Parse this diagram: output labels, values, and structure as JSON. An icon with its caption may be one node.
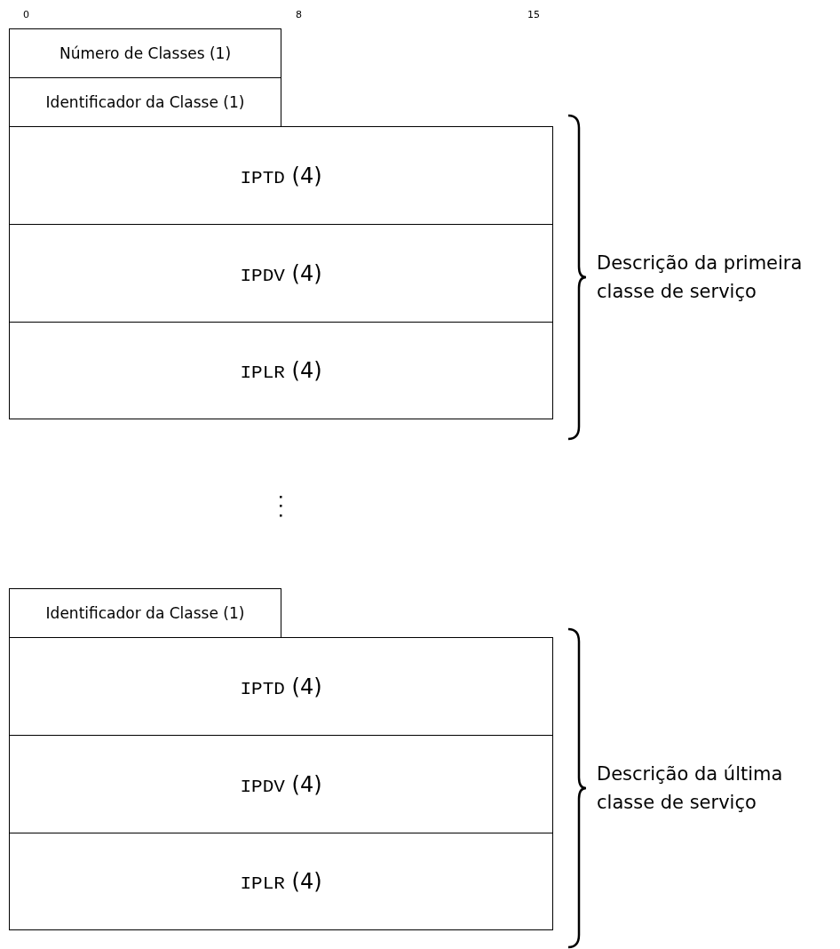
{
  "diagram": {
    "nodes": [
      {
        "text": [
          "Número de Classes (1)"
        ]
      },
      {
        "text": [
          "Identificador da Classe (1)"
        ]
      },
      {
        "text": [
          "IPTD (4)"
        ]
      },
      {
        "text": [
          "IPDV (4)"
        ]
      },
      {
        "text": [
          "IPLR (4)"
        ]
      },
      {
        "text": [
          "Identificador da Classe (1)"
        ]
      },
      {
        "text": [
          "IPTD (4)"
        ]
      },
      {
        "text": [
          "IPDV (4)"
        ]
      },
      {
        "text": [
          "IPLR (4)"
        ]
      }
    ],
    "edges": [],
    "labels": [
      "0",
      "8",
      "15",
      "Descrição da primeira classe de serviço",
      "Descrição da última classe de serviço"
    ]
  }
}
